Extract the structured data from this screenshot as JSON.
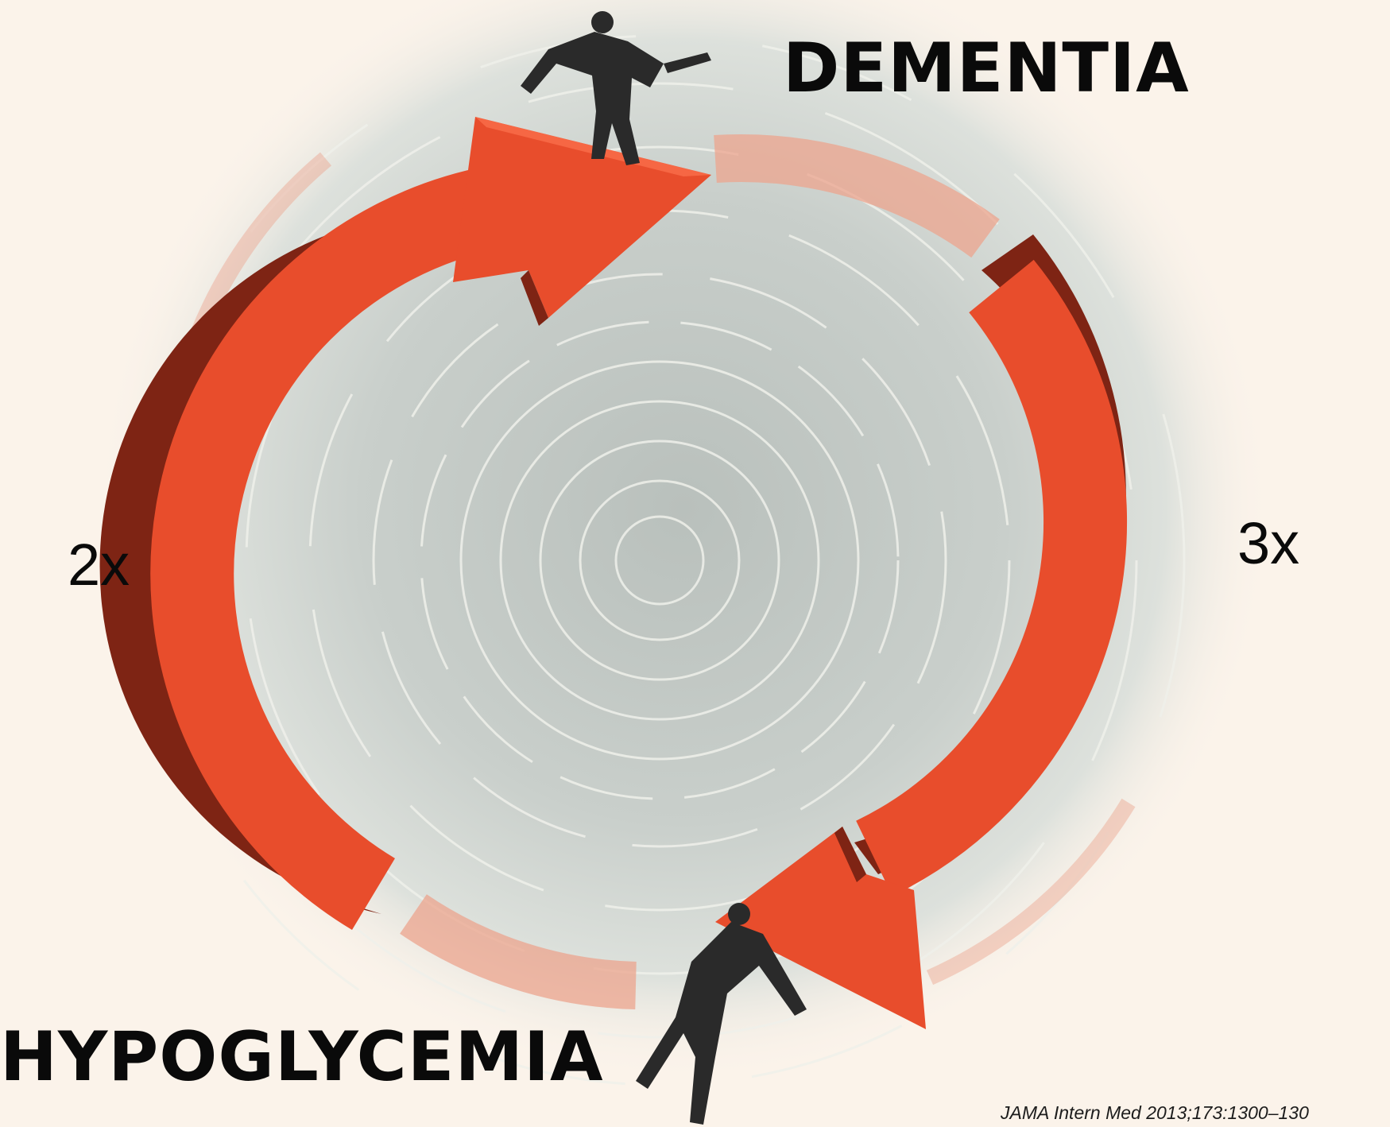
{
  "diagram": {
    "top_label": "DEMENTIA",
    "bottom_label": "HYPOGLYCEMIA",
    "left_factor": "2x",
    "right_factor": "3x",
    "citation": "JAMA Intern Med 2013;173:1300–130",
    "icons": [
      "curved-arrow-up-icon",
      "curved-arrow-down-icon",
      "person-pushing-arrow-icon",
      "person-pulling-arrow-icon"
    ]
  },
  "colors": {
    "background": "#fbf3ea",
    "arrow": "#e84d2c",
    "arrow_shadow": "#7e2414",
    "arrow_faded": "#eca48e",
    "disc": "#c6ccc8",
    "figure": "#2a2a2a",
    "text": "#0a0a0a"
  }
}
